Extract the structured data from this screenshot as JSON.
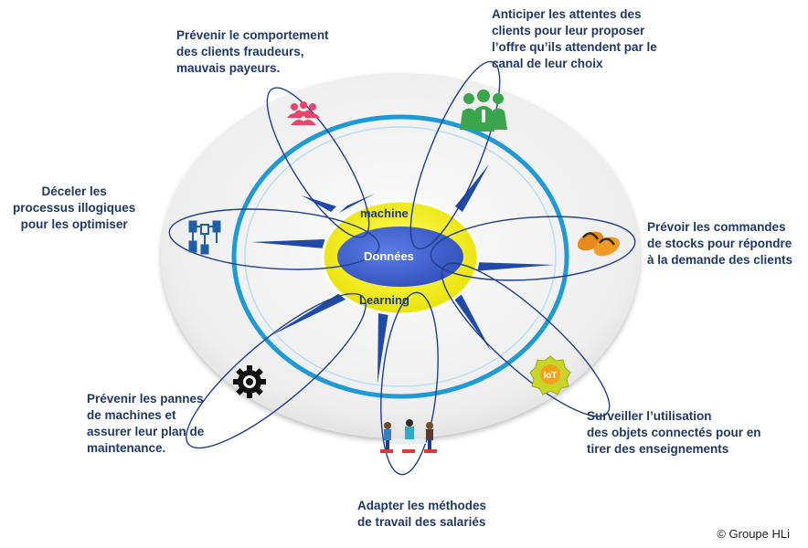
{
  "center": {
    "top_word": "machine",
    "core_word": "Données",
    "bottom_word": "Learning"
  },
  "labels": {
    "fraud": "Prévenir le comportement\ndes clients  fraudeurs,\nmauvais payeurs.",
    "anticipate": "Anticiper les attentes des\nclients pour leur proposer\nl’offre qu’ils attendent par le\ncanal de leur choix",
    "processes": "Déceler   les\nprocessus  illogiques\npour les  optimiser",
    "orders": "Prévoir les commandes\nde stocks  pour répondre\nà la demande des clients",
    "breakdowns": "Prévenir les pannes\nde machines et\nassurer leur plan de\nmaintenance.",
    "iot": "Surveiller l’utilisation\ndes objets connectés pour en\ntirer des enseignements",
    "work": "Adapter les méthodes\nde travail des salariés"
  },
  "icons": {
    "fraud": "people-group-icon",
    "anticipate": "business-people-icon",
    "processes": "flowchart-icon",
    "orders": "sandals-icon",
    "breakdowns": "gear-icon",
    "iot": "iot-badge-icon",
    "work": "meeting-table-icon"
  },
  "iot_badge_text": "IoT",
  "colors": {
    "outer_disc": "#eeeeee",
    "ring_blue": "#1e9bd7",
    "yellow": "#f3f000",
    "core_blue": "#3b5fd0",
    "arrow_blue": "#1f4aa8",
    "text_dark_blue": "#1f3864"
  },
  "copyright": "© Groupe HLi"
}
